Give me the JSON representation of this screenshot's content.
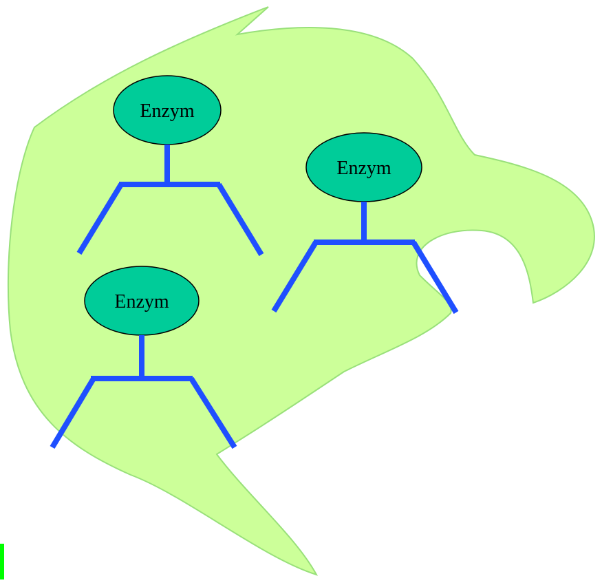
{
  "colors": {
    "cell_fill": "#ccff99",
    "cell_stroke": "#99e07a",
    "enzyme_fill": "#00cc99",
    "enzyme_stroke": "#000000",
    "arm_color": "#1f4fff",
    "corner_mark": "#00ff00"
  },
  "enzymes": [
    {
      "label": "Enzym"
    },
    {
      "label": "Enzym"
    },
    {
      "label": "Enzym"
    }
  ]
}
